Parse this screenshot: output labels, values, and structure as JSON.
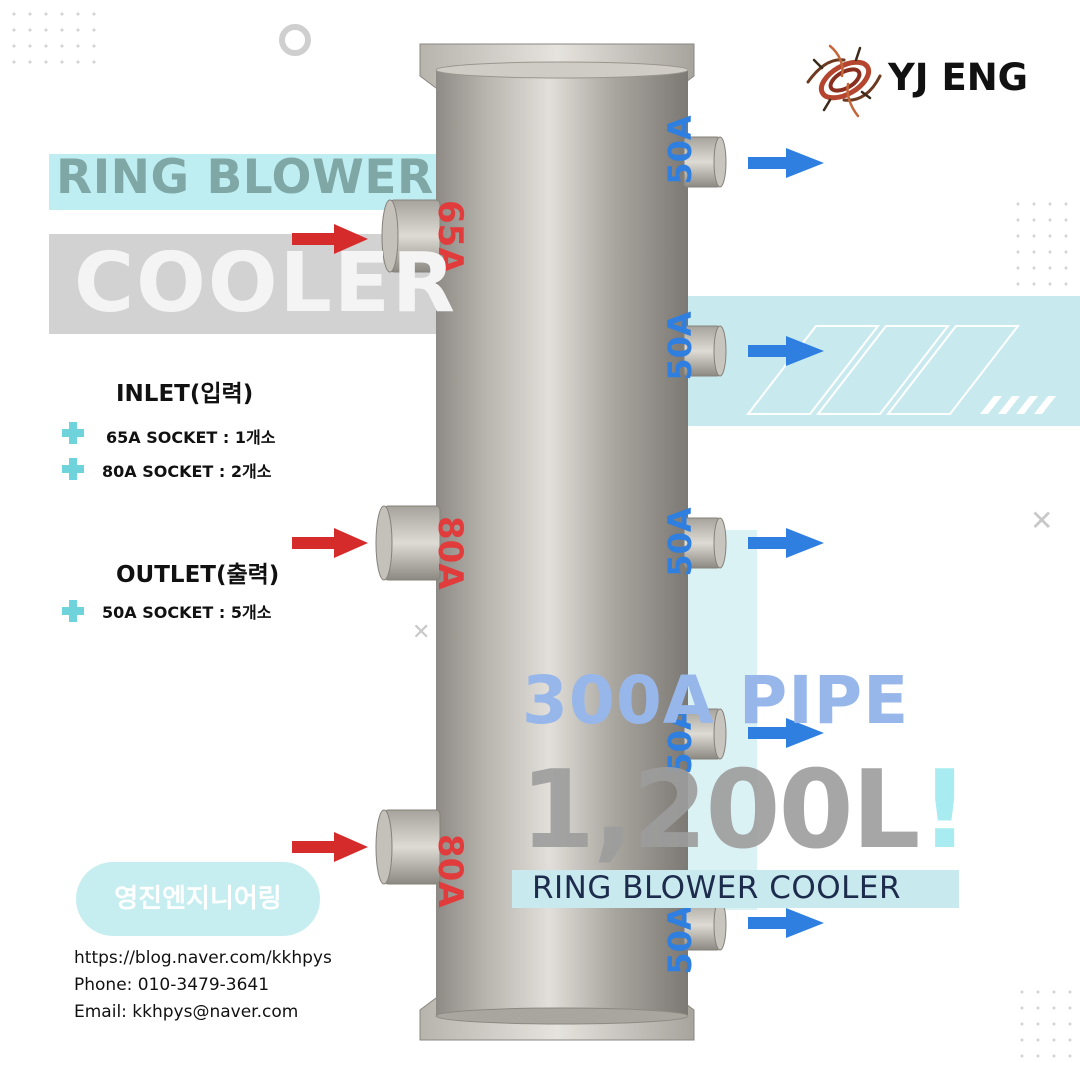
{
  "brand": {
    "name": "YJ ENG"
  },
  "headline": {
    "line1": "RING BLOWER",
    "line2": "COOLER"
  },
  "inlet": {
    "heading": "INLET(입력)",
    "items": [
      {
        "text": "65A SOCKET : 1개소"
      },
      {
        "text": "80A SOCKET : 2개소"
      }
    ]
  },
  "outlet": {
    "heading": "OUTLET(출력)",
    "items": [
      {
        "text": "50A SOCKET : 5개소"
      }
    ]
  },
  "product": {
    "pipe": "300A PIPE",
    "volume": "1,200L",
    "exclaim": "!",
    "subtitle": "RING BLOWER COOLER"
  },
  "sockets": {
    "inlet": [
      "65A",
      "80A",
      "80A"
    ],
    "outlet": [
      "50A",
      "50A",
      "50A",
      "50A",
      "50A"
    ]
  },
  "company_badge": "영진엔지니어링",
  "contact": {
    "blog": "https://blog.naver.com/kkhpys",
    "phone": "Phone: 010-3479-3641",
    "email": "Email: kkhpys@naver.com"
  },
  "colors": {
    "inlet_arrow": "#d62b2b",
    "outlet_arrow": "#2f7fe0",
    "accent_cyan": "#6fd3dc",
    "band_cyan": "#c8eaee"
  },
  "icons": [
    "logo-swirl-icon",
    "plus-icon",
    "arrow-right-icon",
    "close-cross-icon",
    "ring-icon"
  ]
}
